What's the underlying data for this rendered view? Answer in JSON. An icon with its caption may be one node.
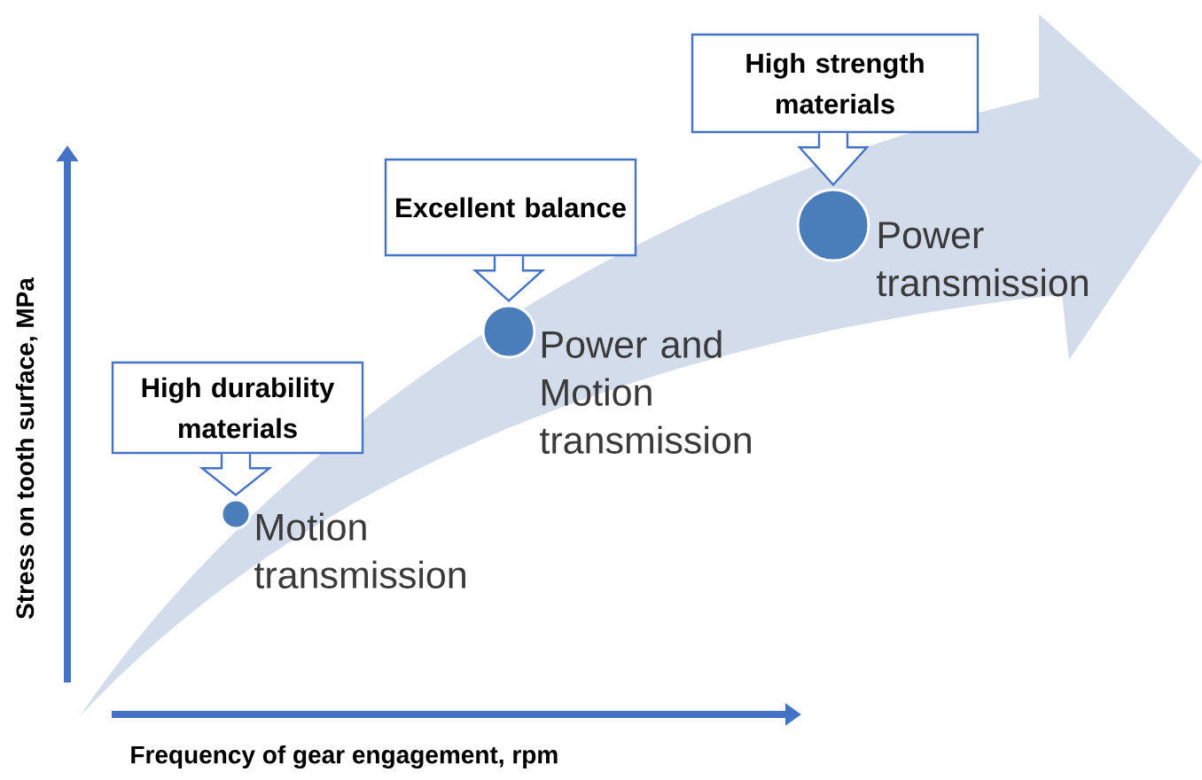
{
  "diagram": {
    "nodes": [
      {
        "text": [
          "High durability materials"
        ]
      },
      {
        "text": [],
        "shape": "circle",
        "beside": [
          "Motion transmission"
        ]
      },
      {
        "text": [
          "Excellent balance"
        ]
      },
      {
        "text": [],
        "shape": "circle",
        "beside": [
          "Power and Motion transmission"
        ]
      },
      {
        "text": [
          "High strength materials"
        ]
      },
      {
        "text": [],
        "shape": "circle",
        "beside": [
          "Power transmission"
        ]
      }
    ],
    "edges": [
      {
        "from": 0,
        "to": 1,
        "arrow": "to"
      },
      {
        "from": 2,
        "to": 3,
        "arrow": "to"
      },
      {
        "from": 4,
        "to": 5,
        "arrow": "to"
      }
    ],
    "labels": [
      "Stress on tooth surface, MPa",
      "Frequency of gear engagement, rpm"
    ]
  }
}
